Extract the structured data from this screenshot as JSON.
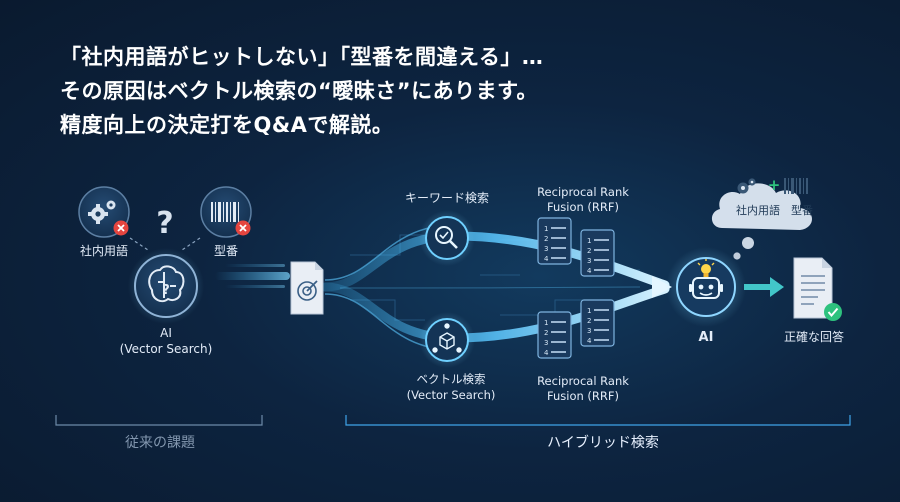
{
  "headline": {
    "line1": "「社内用語がヒットしない」「型番を間違える」…",
    "line2": "その原因はベクトル検索の“曖昧さ”にあります。",
    "line3": "精度向上の決定打をQ&Aで解説。"
  },
  "left": {
    "term1": "社内用語",
    "term2": "型番",
    "question": "?",
    "ai_label": "AI",
    "ai_sub": "(Vector Search)"
  },
  "top_path": {
    "label": "キーワード検索",
    "rrf_line1": "Reciprocal Rank",
    "rrf_line2": "Fusion (RRF)"
  },
  "bottom_path": {
    "label_line1": "ベクトル検索",
    "label_line2": "(Vector Search)",
    "rrf_line1": "Reciprocal Rank",
    "rrf_line2": "Fusion (RRF)"
  },
  "rank_numbers": [
    "1",
    "2",
    "3",
    "4"
  ],
  "right": {
    "cloud_term1": "社内用語",
    "cloud_plus": "+",
    "cloud_term2": "型番",
    "ai_label": "AI",
    "answer_label": "正確な回答"
  },
  "sections": {
    "left": "従来の課題",
    "right": "ハイブリッド検索"
  },
  "colors": {
    "accent": "#3fb8f5",
    "error": "#e5453f",
    "success": "#2ec27e",
    "card": "#e9eef5"
  },
  "icons": [
    "gear-icon",
    "barcode-icon",
    "error-x-icon",
    "brain-icon",
    "target-document-icon",
    "magnifier-check-icon",
    "network-cube-icon",
    "ranked-list-icon",
    "robot-icon",
    "lightbulb-icon",
    "arrow-icon",
    "answer-document-icon",
    "checkmark-icon"
  ]
}
